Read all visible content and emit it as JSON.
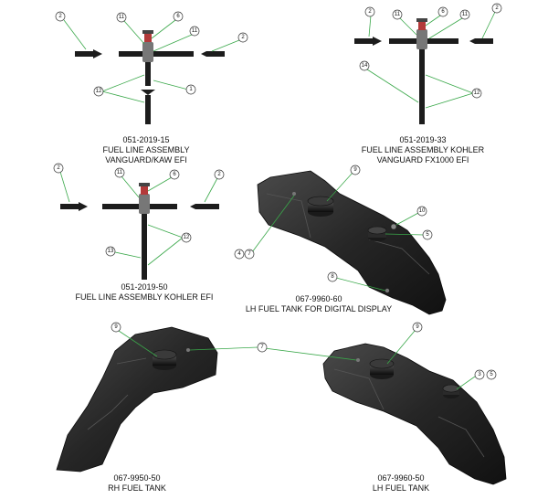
{
  "assemblies": [
    {
      "id": "a1",
      "part_number": "051-2019-15",
      "line1": "FUEL LINE ASSEMBLY",
      "line2": "VANGUARD/KAW EFI"
    },
    {
      "id": "a2",
      "part_number": "051-2019-33",
      "line1": "FUEL LINE ASSEMBLY KOHLER",
      "line2": "VANGUARD FX1000 EFI"
    },
    {
      "id": "a3",
      "part_number": "051-2019-50",
      "line1": "FUEL LINE ASSEMBLY KOHLER EFI",
      "line2": ""
    },
    {
      "id": "t1",
      "part_number": "067-9960-60",
      "line1": "LH FUEL TANK FOR DIGITAL DISPLAY",
      "line2": ""
    },
    {
      "id": "t2",
      "part_number": "067-9950-50",
      "line1": "RH FUEL TANK",
      "line2": ""
    },
    {
      "id": "t3",
      "part_number": "067-9960-50",
      "line1": "LH FUEL TANK",
      "line2": ""
    }
  ],
  "balloons": {
    "a1": [
      "2",
      "11",
      "6",
      "11",
      "2",
      "12",
      "1"
    ],
    "a2": [
      "2",
      "11",
      "6",
      "11",
      "2",
      "14",
      "12"
    ],
    "a3": [
      "2",
      "11",
      "6",
      "2",
      "13",
      "12"
    ],
    "t1": [
      "9",
      "10",
      "5",
      "4",
      "7",
      "8"
    ],
    "t23": [
      "9",
      "7",
      "9",
      "3",
      "5"
    ]
  },
  "colors": {
    "leader": "#3aa84a",
    "part": "#1c1c1c",
    "balloon_stroke": "#333333",
    "fitting": "#b33a3a"
  }
}
